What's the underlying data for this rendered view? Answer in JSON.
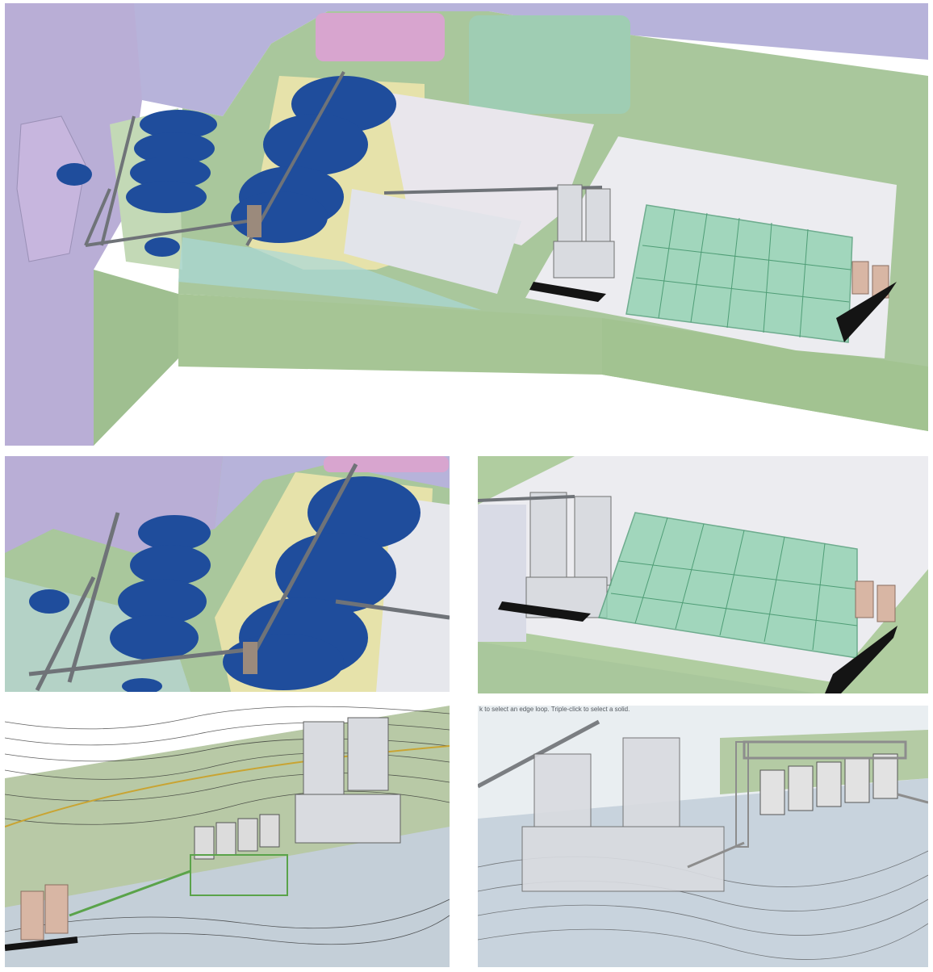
{
  "figure": {
    "panels": [
      {
        "id": "main",
        "view": "Overall plant site layout, aerial 3D model"
      },
      {
        "id": "top-left",
        "view": "Close-up of storage domes and stockpile conveyors"
      },
      {
        "id": "top-right",
        "view": "Close-up of mill building and green glass enclosure"
      },
      {
        "id": "bottom-left",
        "view": "Terrain contour view of process plant with silos"
      },
      {
        "id": "bottom-right",
        "view": "Close-up of mills and silo bank over contours"
      }
    ],
    "viewport_hint": "k to select an edge loop. Triple-click to select a solid."
  },
  "colors": {
    "hillside_purple": "#b9aed6",
    "terrace_green": "#a9c79c",
    "pad_light": "#e4e4ea",
    "dome_blue": "#1f4d9c",
    "glass_green": "#8fd1b0",
    "conveyor_grey": "#6f7378",
    "silo_tan": "#d8b6a4",
    "pink_pad": "#d8a5cf"
  }
}
